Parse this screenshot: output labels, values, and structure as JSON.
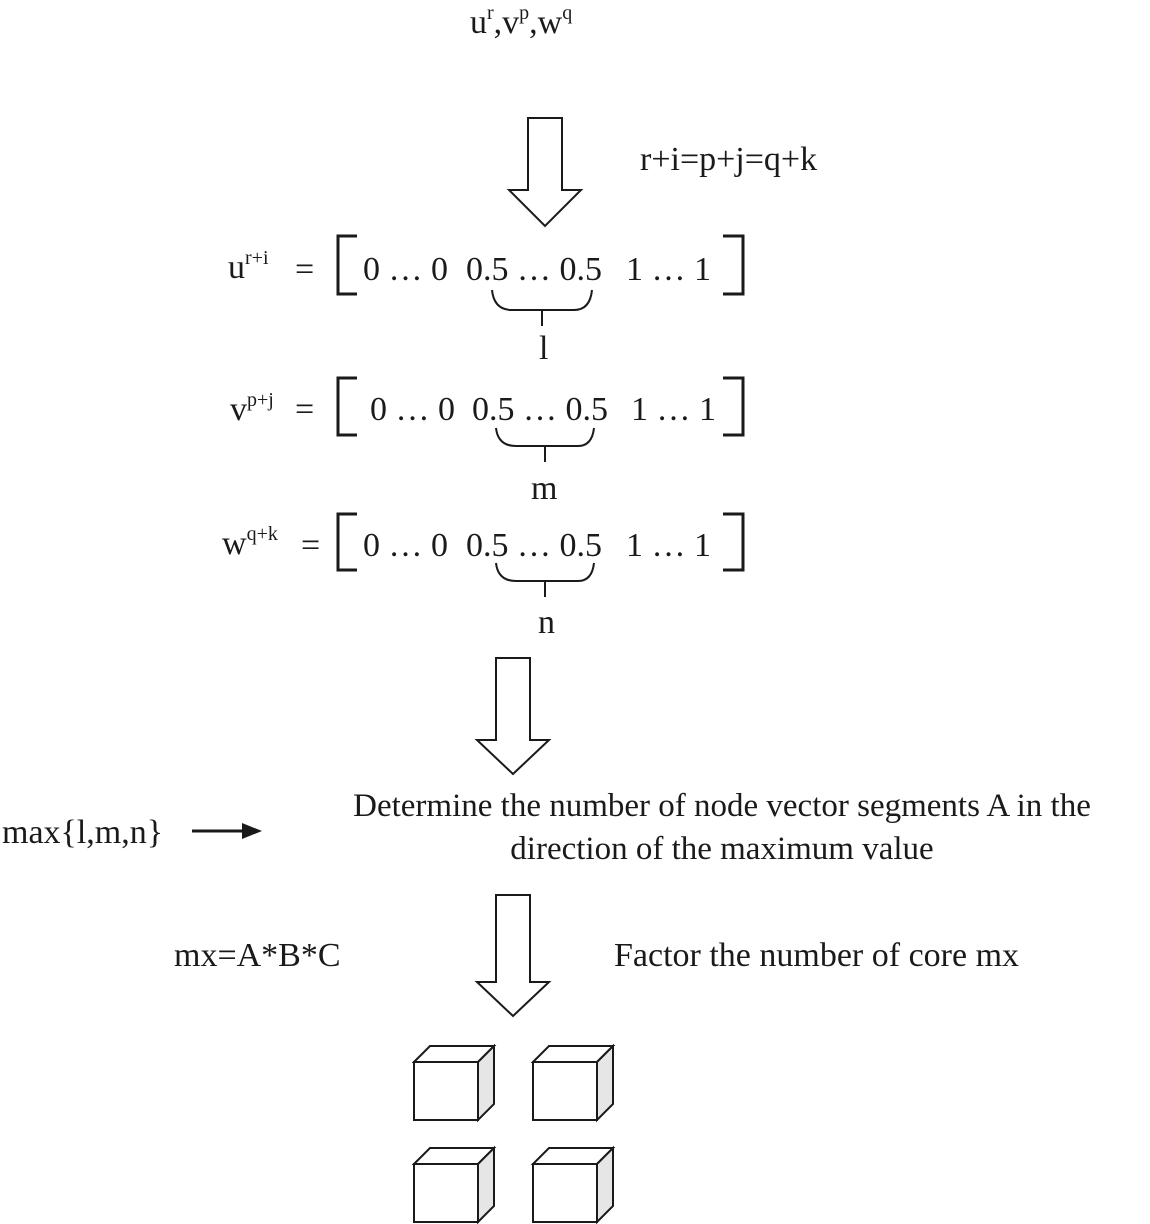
{
  "top": {
    "u": "u",
    "u_sup": "r",
    "sep1": ",",
    "v": "v",
    "v_sup": "p",
    "sep2": ",",
    "w": "w",
    "w_sup": "q"
  },
  "condition": "r+i=p+j=q+k",
  "vectors": [
    {
      "base": "u",
      "sup": "r+i",
      "eq": "=",
      "zeros": "0 … 0",
      "half": "0.5 … 0.5",
      "ones": "1 … 1",
      "brace_label": "l"
    },
    {
      "base": "v",
      "sup": "p+j",
      "eq": "=",
      "zeros": "0 … 0",
      "half": "0.5 … 0.5",
      "ones": "1 … 1",
      "brace_label": "m"
    },
    {
      "base": "w",
      "sup": "q+k",
      "eq": "=",
      "zeros": "0 … 0",
      "half": "0.5 … 0.5",
      "ones": "1 … 1",
      "brace_label": "n"
    }
  ],
  "max_expr": "max{l,m,n}",
  "determine_line1": "Determine the number of node vector segments A in the",
  "determine_line2": "direction of the maximum value",
  "mx_expr": "mx=A*B*C",
  "factor_text": "Factor the number of core mx",
  "colors": {
    "stroke": "#1a1a1a",
    "cube_side": "#e6e6e6",
    "background": "#ffffff"
  }
}
